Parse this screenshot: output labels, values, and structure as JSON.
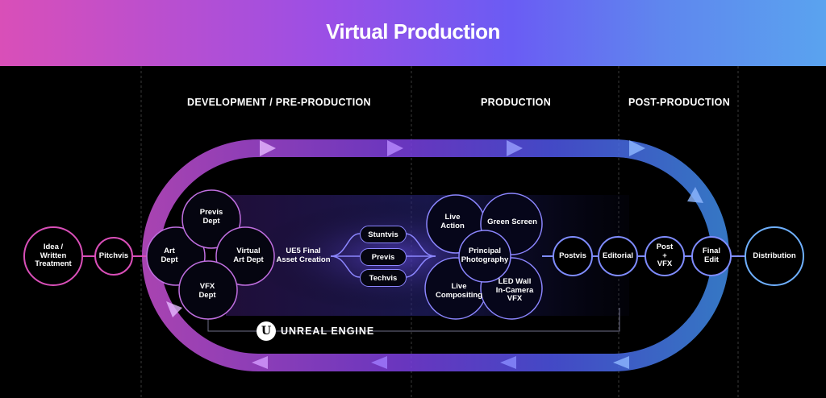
{
  "header": {
    "title": "Virtual Production"
  },
  "phases": {
    "development": "DEVELOPMENT / PRE-PRODUCTION",
    "production": "PRODUCTION",
    "post": "POST-PRODUCTION"
  },
  "nodes": {
    "idea": "Idea /\nWritten\nTreatment",
    "pitchvis": "Pitchvis",
    "art_dept": "Art\nDept",
    "previs_dept": "Previs\nDept",
    "virtual_art_dept": "Virtual\nArt Dept",
    "vfx_dept": "VFX\nDept",
    "ue5_final": "UE5 Final\nAsset Creation",
    "stuntvis": "Stuntvis",
    "previs": "Previs",
    "techvis": "Techvis",
    "live_action": "Live\nAction",
    "green_screen": "Green Screen",
    "principal_photography": "Principal\nPhotography",
    "live_compositing": "Live\nCompositing",
    "led_wall": "LED Wall\nIn-Camera\nVFX",
    "postvis": "Postvis",
    "editorial": "Editorial",
    "post_vfx": "Post\n+\nVFX",
    "final_edit": "Final\nEdit",
    "distribution": "Distribution"
  },
  "brand": {
    "logo_letter": "U",
    "name": "UNREAL ENGINE"
  },
  "colors": {
    "pink": "#d94fb8",
    "purple": "#8a4fe6",
    "indigo": "#5b5cf0",
    "blue": "#4a8fe6"
  }
}
